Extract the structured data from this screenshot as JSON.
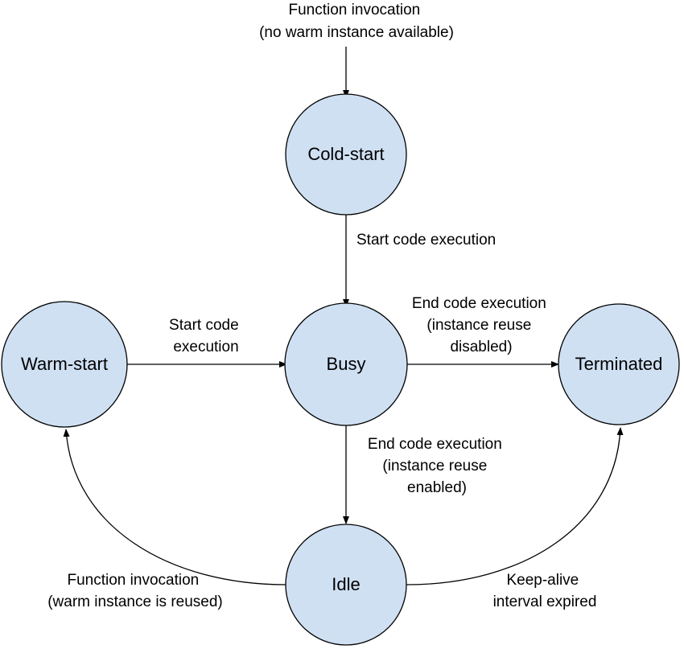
{
  "colors": {
    "node_fill": "#cfe0f3",
    "stroke": "#000000",
    "text": "#000000",
    "background": "#ffffff"
  },
  "nodes": {
    "cold_start": "Cold-start",
    "warm_start": "Warm-start",
    "busy": "Busy",
    "terminated": "Terminated",
    "idle": "Idle"
  },
  "edges": {
    "entry": [
      "Function invocation",
      "(no warm instance available)"
    ],
    "cold_to_busy": [
      "Start code execution"
    ],
    "warm_to_busy": [
      "Start code",
      "execution"
    ],
    "busy_to_terminated": [
      "End code execution",
      "(instance reuse",
      "disabled)"
    ],
    "busy_to_idle": [
      "End code execution",
      "(instance reuse",
      "enabled)"
    ],
    "idle_to_warm": [
      "Function invocation",
      "(warm instance is reused)"
    ],
    "idle_to_terminated": [
      "Keep-alive",
      "interval expired"
    ]
  }
}
